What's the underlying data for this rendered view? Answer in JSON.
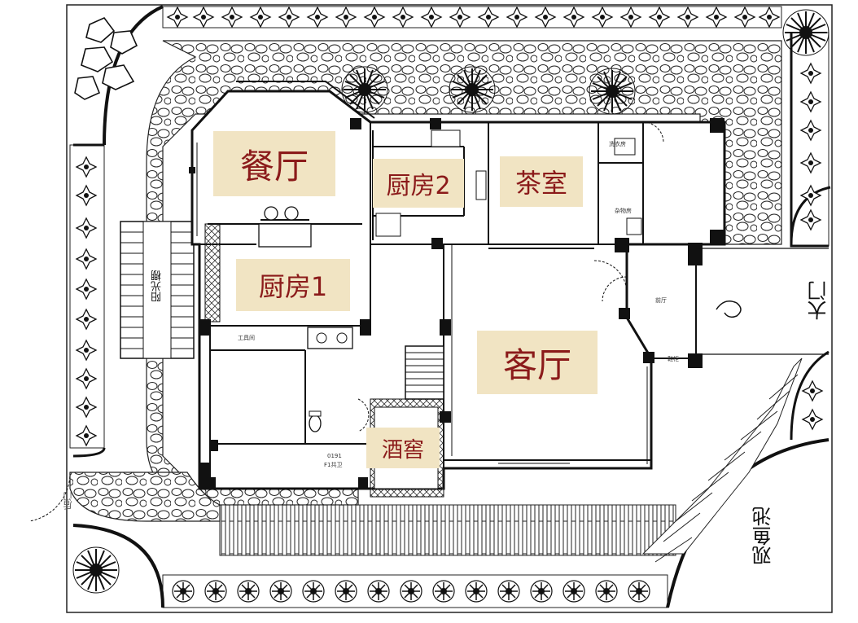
{
  "rooms": {
    "dining": "餐厅",
    "kitchen1": "厨房1",
    "kitchen2": "厨房2",
    "tea_room": "茶室",
    "living_room": "客厅",
    "wine_cellar": "酒窖"
  },
  "outdoor": {
    "main_gate": "大门",
    "fish_pond": "观鱼池",
    "sunshade": "阳光棚",
    "side_gate": "后门"
  },
  "small_labels": {
    "foyer": "前厅",
    "storage": "杂物房",
    "utility": "洗衣房",
    "shoe_cabinet": "鞋柜",
    "laundry": "工具间",
    "toilet_code": "0191",
    "toilet": "F1共卫"
  }
}
